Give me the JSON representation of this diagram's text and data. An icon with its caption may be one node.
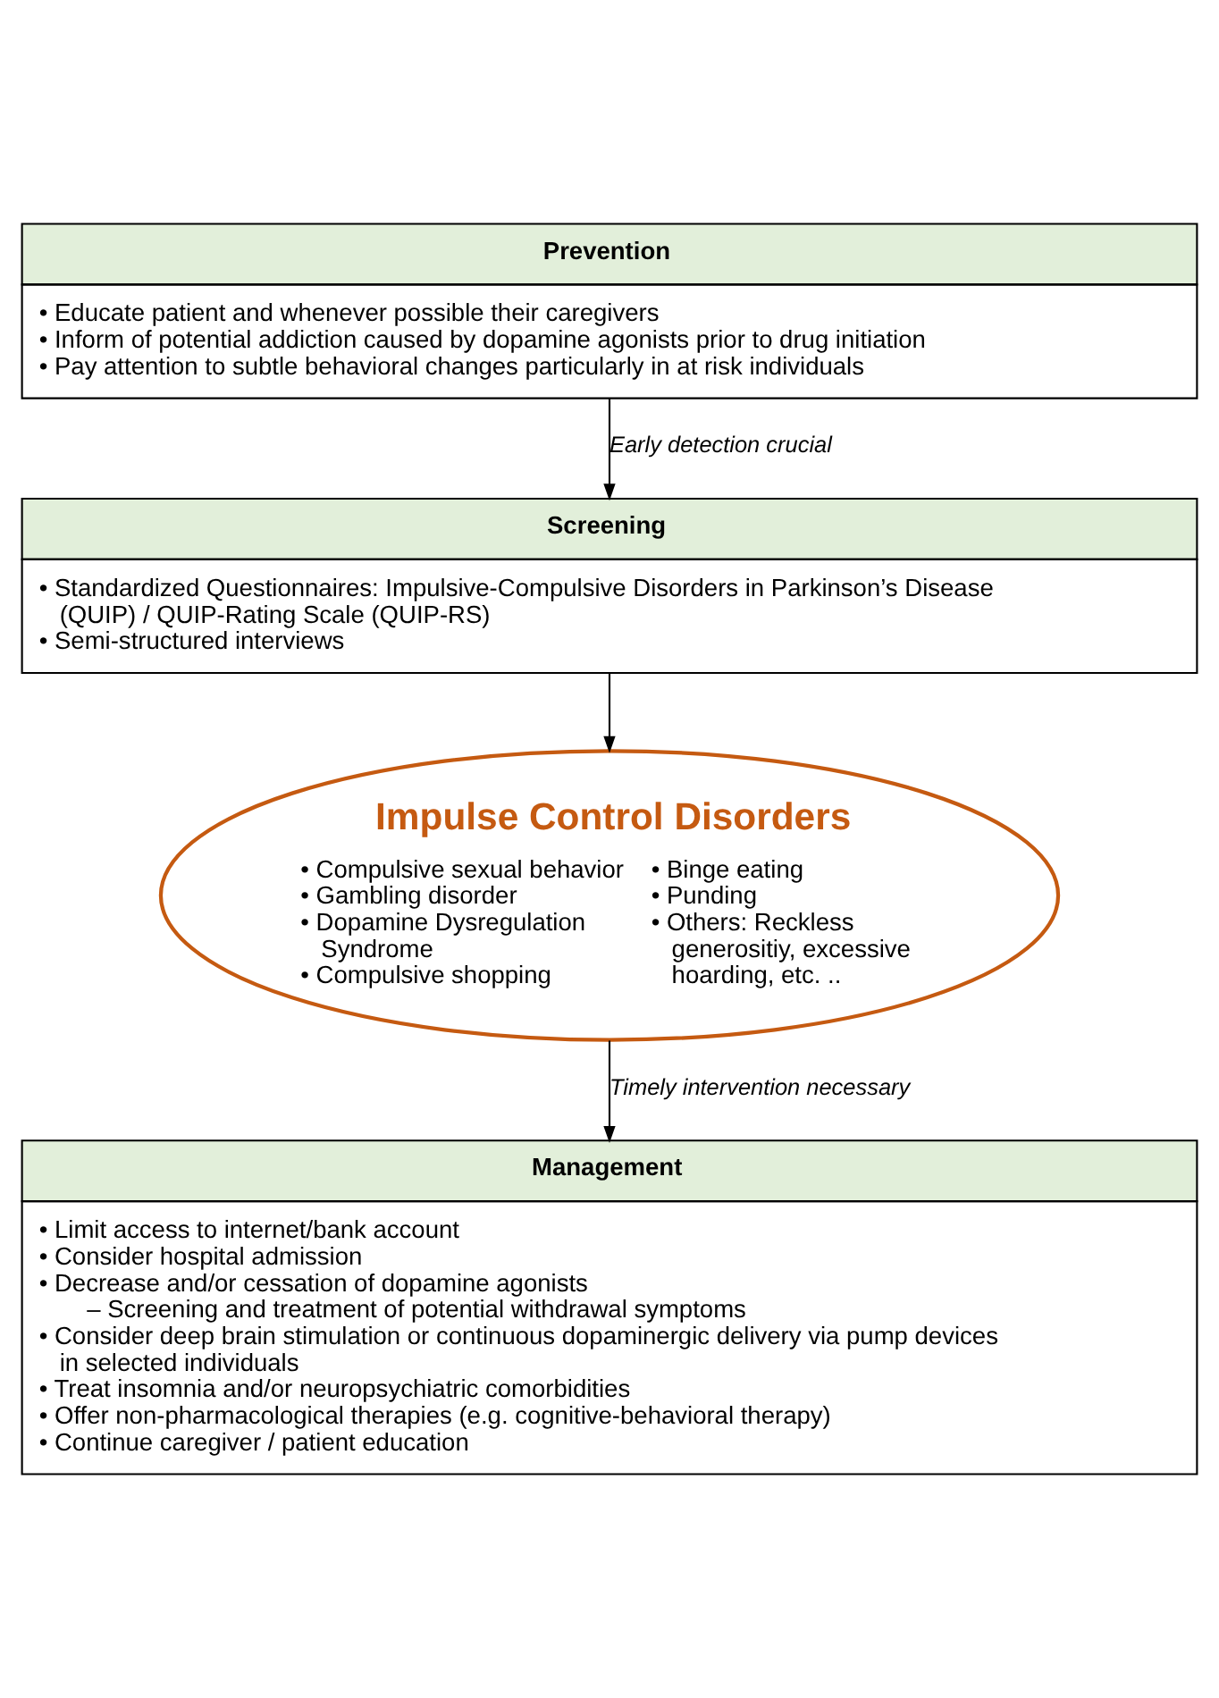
{
  "diagram": {
    "nodes": [
      {
        "text": [
          "Prevention",
          "• Educate patient and whenever possible their caregivers",
          "• Inform of potential addiction caused by dopamine agonists prior to drug initiation",
          "• Pay attention to subtle behavioral changes particularly in at risk individuals"
        ]
      },
      {
        "text": [
          "Screening",
          "• Standardized Questionnaires: Impulsive-Compulsive Disorders in Parkinson’s Disease (QUIP) / QUIP-Rating Scale (QUIP-RS)",
          "• Semi-structured interviews"
        ]
      },
      {
        "text": [
          "Impulse Control Disorders",
          "• Compulsive sexual behavior",
          "• Gambling disorder",
          "• Dopamine Dysregulation Syndrome",
          "• Compulsive shopping",
          "• Binge eating",
          "• Punding",
          "• Others: Reckless generositiy, excessive hoarding, etc. .."
        ]
      },
      {
        "text": [
          "Management",
          "• Limit access to internet/bank account",
          "• Consider hospital admission",
          "• Decrease and/or cessation of dopamine agonists",
          "– Screening and treatment of potential withdrawal symptoms",
          "• Consider deep brain stimulation or continuous dopaminergic delivery via pump devices in selected individuals",
          "• Treat insomnia and/or neuropsychiatric comorbidities",
          "• Offer non-pharmacological therapies (e.g. cognitive-behavioral therapy)",
          "• Continue caregiver / patient education"
        ]
      }
    ],
    "edges": [
      {
        "from": 0,
        "to": 1,
        "arrow": "to",
        "label": "Early detection crucial"
      },
      {
        "from": 1,
        "to": 2,
        "arrow": "to"
      },
      {
        "from": 2,
        "to": 3,
        "arrow": "to",
        "label": "Timely intervention necessary"
      }
    ]
  }
}
